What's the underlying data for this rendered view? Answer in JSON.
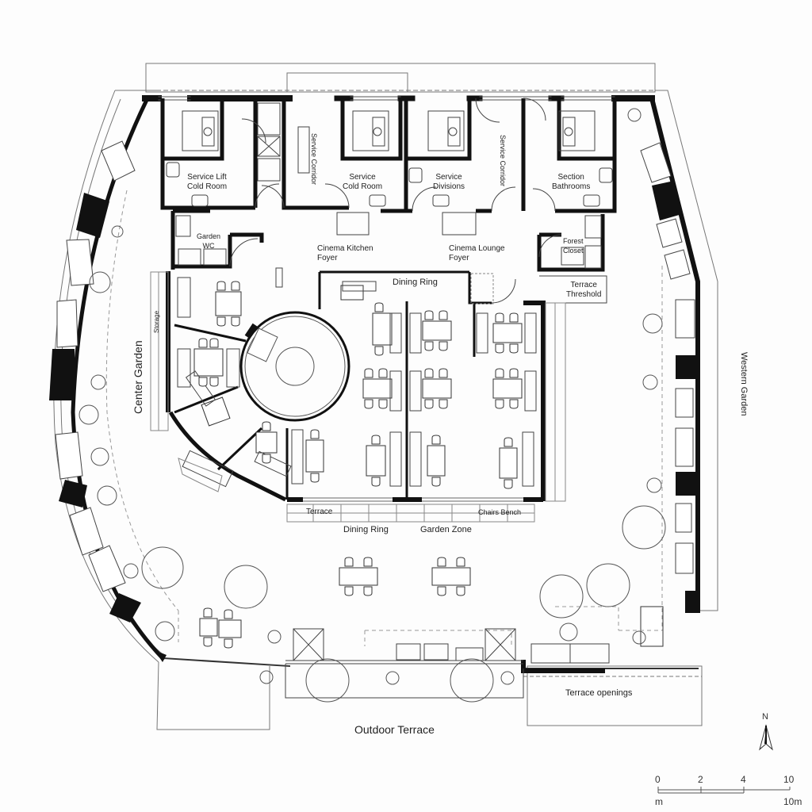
{
  "plan": {
    "colors": {
      "wall": "#111111",
      "line": "#444444",
      "thin": "#777777",
      "bg": "#fdfdfd"
    },
    "rooms_top": [
      {
        "id": "service-lift-cold-room",
        "label_1": "Service Lift",
        "label_2": "Cold Room"
      },
      {
        "id": "service-cold-room",
        "label_1": "Service",
        "label_2": "Cold Room"
      },
      {
        "id": "service-divisions",
        "label_1": "Service",
        "label_2": "Divisions"
      },
      {
        "id": "section-bathrooms",
        "label_1": "Section",
        "label_2": "Bathrooms"
      }
    ],
    "corridor_labels": {
      "left": "Service Corridor",
      "right": "Service Corridor"
    },
    "small_rooms": {
      "garden_wc": {
        "label_1": "Garden",
        "label_2": "WC"
      },
      "forest_closet": {
        "label_1": "Forest",
        "label_2": "Closet"
      },
      "storage": {
        "label": "Storage"
      }
    },
    "foyers": {
      "cinema_kitchen": {
        "label_1": "Cinema Kitchen",
        "label_2": "Foyer"
      },
      "cinema_lounge": {
        "label_1": "Cinema Lounge",
        "label_2": "Foyer"
      }
    },
    "zones": {
      "dining_ring_top": "Dining Ring",
      "terrace_threshold": {
        "label_1": "Terrace",
        "label_2": "Threshold"
      },
      "center_garden": "Center Garden",
      "west_garden": "Western Garden",
      "terrace_small": "Terrace",
      "chairs_bench": "Chairs Bench",
      "dining_ring_bottom": "Dining Ring",
      "garden_zone": "Garden Zone",
      "terrace_openings": "Terrace openings",
      "outdoor_terrace": "Outdoor Terrace"
    },
    "north_arrow": {
      "label": "N"
    },
    "scale_bar": {
      "ticks": [
        "0",
        "2",
        "4",
        "10"
      ],
      "unit_left": "m",
      "unit_right": "10m"
    }
  }
}
